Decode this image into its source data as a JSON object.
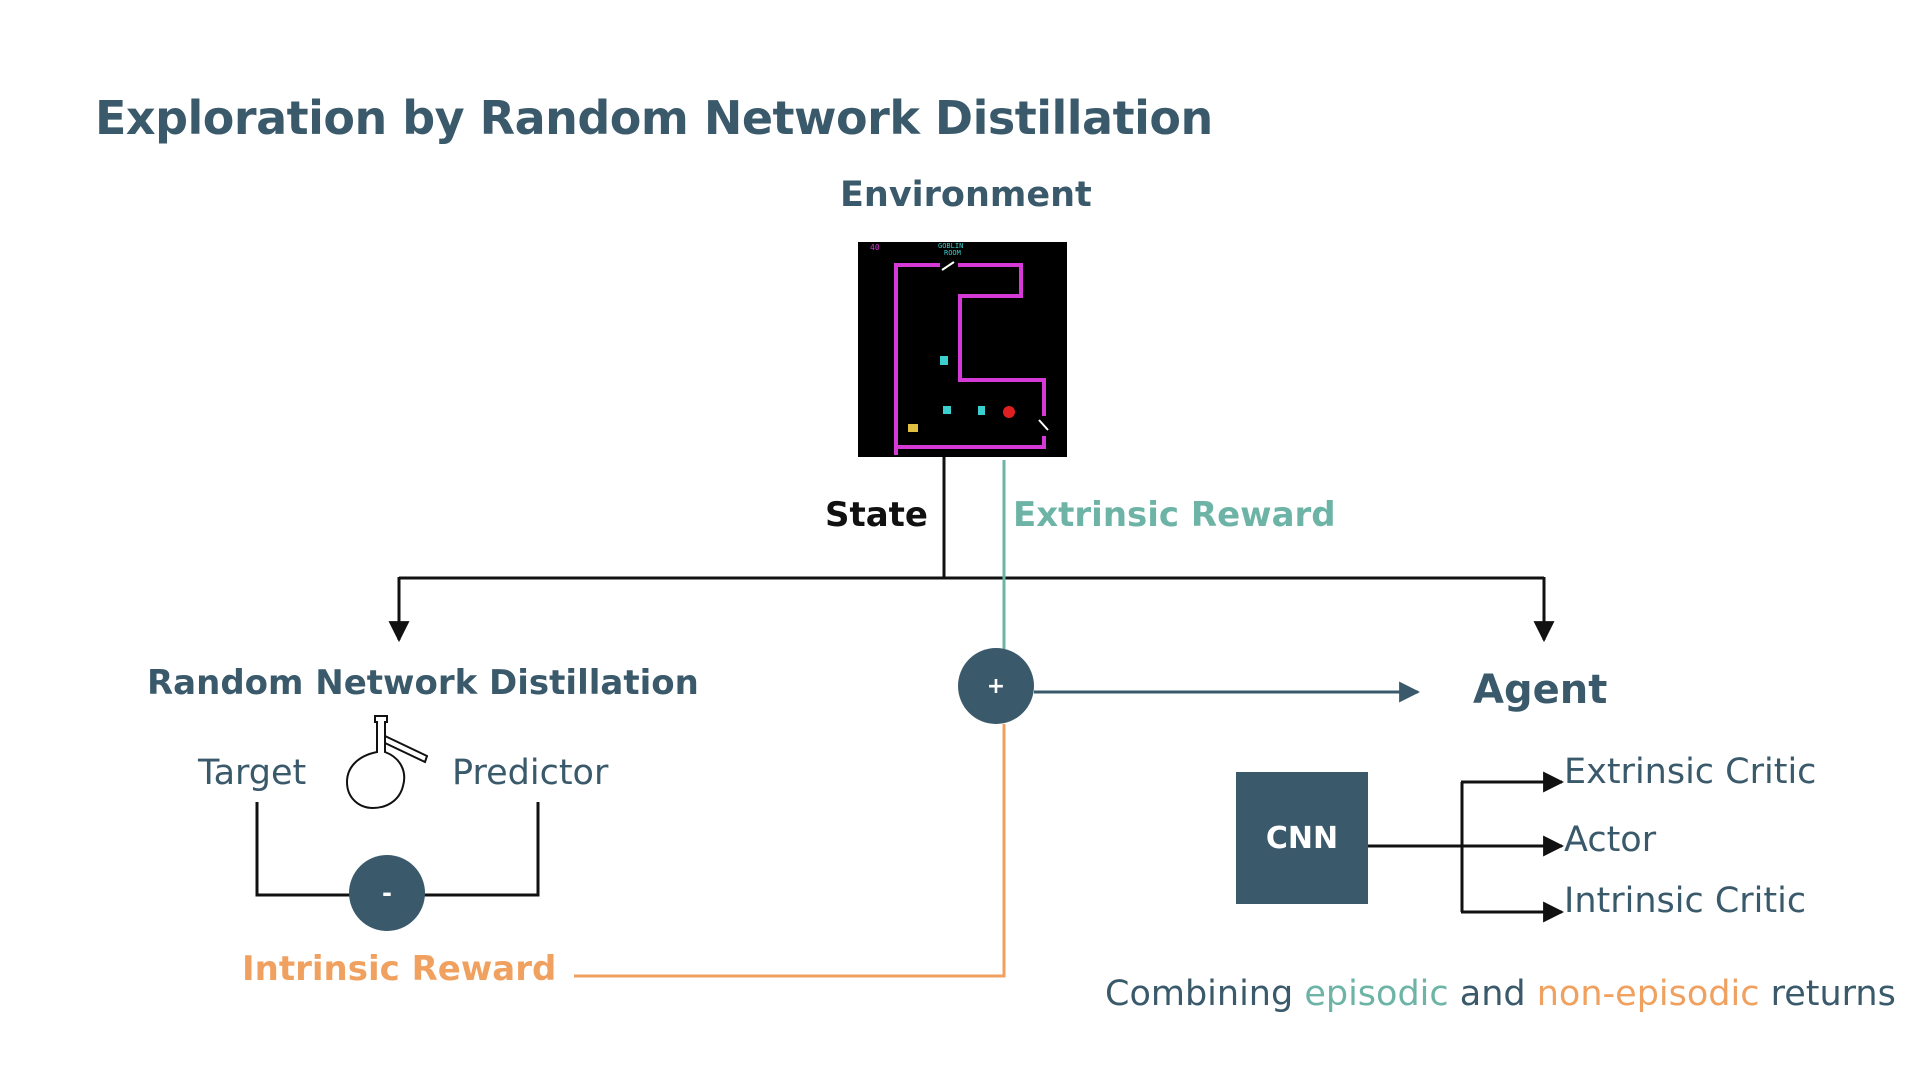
{
  "title": "Exploration by Random Network Distillation",
  "environment": {
    "label": "Environment",
    "screen_text": {
      "score": "40",
      "room_name_line1": "GOBLIN",
      "room_name_line2": "ROOM"
    }
  },
  "signals": {
    "state": "State",
    "extrinsic_reward": "Extrinsic Reward",
    "intrinsic_reward": "Intrinsic Reward"
  },
  "nodes": {
    "sum_symbol": "+",
    "difference_symbol": "-"
  },
  "rnd": {
    "title": "Random Network Distillation",
    "target": "Target",
    "predictor": "Predictor"
  },
  "agent": {
    "title": "Agent",
    "cnn": "CNN",
    "heads": [
      "Extrinsic Critic",
      "Actor",
      "Intrinsic Critic"
    ]
  },
  "caption": {
    "part1": "Combining ",
    "episodic": "episodic",
    "part2": " and ",
    "non_episodic": "non-episodic",
    "part3": " returns"
  },
  "colors": {
    "primary": "#3a5a6b",
    "teal": "#6db4a7",
    "orange": "#f0a160",
    "black": "#111111",
    "game_wall": "#d63ad6"
  },
  "icons": {
    "rnd": "flask-icon"
  }
}
